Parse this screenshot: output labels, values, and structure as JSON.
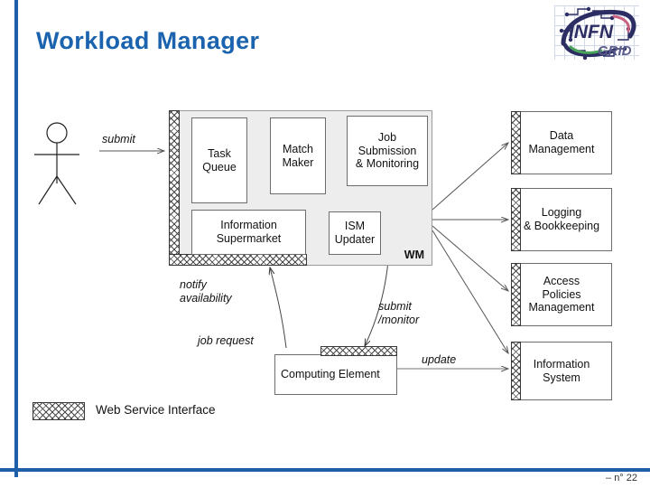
{
  "slide": {
    "title": "Workload Manager",
    "accent_color": "#1b63ae",
    "footer": "–  n° 22"
  },
  "logo": {
    "name": "infn-grid-logo",
    "primary_text": "INFN",
    "secondary_text": "GRID",
    "primary_color": "#2b2d63",
    "secondary_color": "#5a5c8c"
  },
  "diagram": {
    "actor": {
      "name": "user-actor",
      "label": ""
    },
    "wm": {
      "label": "WM",
      "fill": "#ededed",
      "components": [
        {
          "name": "task-queue",
          "label": "Task\nQueue"
        },
        {
          "name": "match-maker",
          "label": "Match\nMaker"
        },
        {
          "name": "job-submission",
          "label": "Job\nSubmission\n& Monitoring"
        },
        {
          "name": "information-supermarket",
          "label": "Information\nSupermarket"
        },
        {
          "name": "ism-updater",
          "label": "ISM\nUpdater"
        }
      ]
    },
    "external_services": [
      {
        "name": "data-management",
        "label": "Data\nManagement"
      },
      {
        "name": "logging-bookkeeping",
        "label": "Logging\n& Bookkeeping"
      },
      {
        "name": "access-policies-management",
        "label": "Access\nPolicies\nManagement"
      },
      {
        "name": "information-system",
        "label": "Information\nSystem"
      }
    ],
    "computing_element": {
      "name": "computing-element",
      "label": "Computing Element"
    },
    "edge_labels": [
      {
        "name": "edge-submit",
        "label": "submit"
      },
      {
        "name": "edge-notify",
        "label": "notify\navailability"
      },
      {
        "name": "edge-job-request",
        "label": "job request"
      },
      {
        "name": "edge-submit-monitor",
        "label": "submit\n/monitor"
      },
      {
        "name": "edge-update",
        "label": "update"
      }
    ],
    "legend": {
      "swatch_name": "web-service-interface-swatch",
      "label": "Web Service Interface"
    }
  }
}
